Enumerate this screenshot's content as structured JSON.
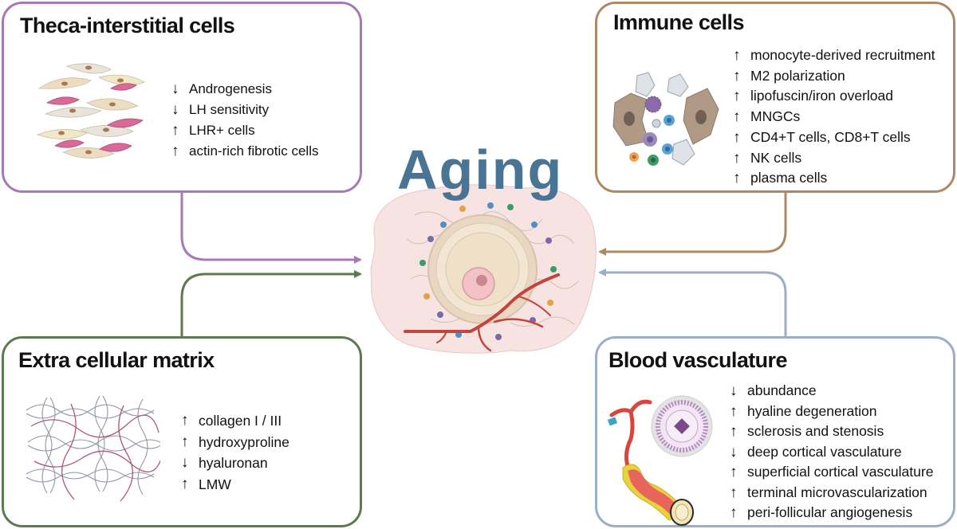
{
  "center": {
    "title": "Aging"
  },
  "panels": {
    "theca": {
      "title": "Theca-interstitial cells",
      "items": [
        {
          "arrow": "↓",
          "text": "Androgenesis"
        },
        {
          "arrow": "↓",
          "text": "LH sensitivity"
        },
        {
          "arrow": "↑",
          "text": "LHR+ cells"
        },
        {
          "arrow": "↑",
          "text": "actin-rich fibrotic cells"
        }
      ]
    },
    "immune": {
      "title": "Immune cells",
      "items": [
        {
          "arrow": "↑",
          "text": "monocyte-derived recruitment"
        },
        {
          "arrow": "↑",
          "text": "M2 polarization"
        },
        {
          "arrow": "↑",
          "text": "lipofuscin/iron overload"
        },
        {
          "arrow": "↑",
          "text": "MNGCs"
        },
        {
          "arrow": "↑",
          "text": "CD4+T cells, CD8+T cells"
        },
        {
          "arrow": "↑",
          "text": "NK cells"
        },
        {
          "arrow": "↑",
          "text": "plasma cells"
        }
      ]
    },
    "ecm": {
      "title": "Extra cellular matrix",
      "items": [
        {
          "arrow": "↑",
          "text": "collagen I / III"
        },
        {
          "arrow": "↑",
          "text": "hydroxyproline"
        },
        {
          "arrow": "↓",
          "text": "hyaluronan"
        },
        {
          "arrow": "↑",
          "text": "LMW"
        }
      ]
    },
    "blood": {
      "title": "Blood vasculature",
      "items": [
        {
          "arrow": "↓",
          "text": "abundance"
        },
        {
          "arrow": "↑",
          "text": "hyaline degeneration"
        },
        {
          "arrow": "↑",
          "text": "sclerosis and stenosis"
        },
        {
          "arrow": "↓",
          "text": "deep cortical vasculature"
        },
        {
          "arrow": "↑",
          "text": "superficial cortical vasculature"
        },
        {
          "arrow": "↑",
          "text": "terminal microvascularization"
        },
        {
          "arrow": "↑",
          "text": "peri-follicular angiogenesis"
        }
      ]
    }
  },
  "colors": {
    "theca": "#a57ab5",
    "immune": "#ad8a63",
    "ecm": "#5c7a4e",
    "blood": "#9aaec8",
    "aging_title": "#4a7494"
  }
}
